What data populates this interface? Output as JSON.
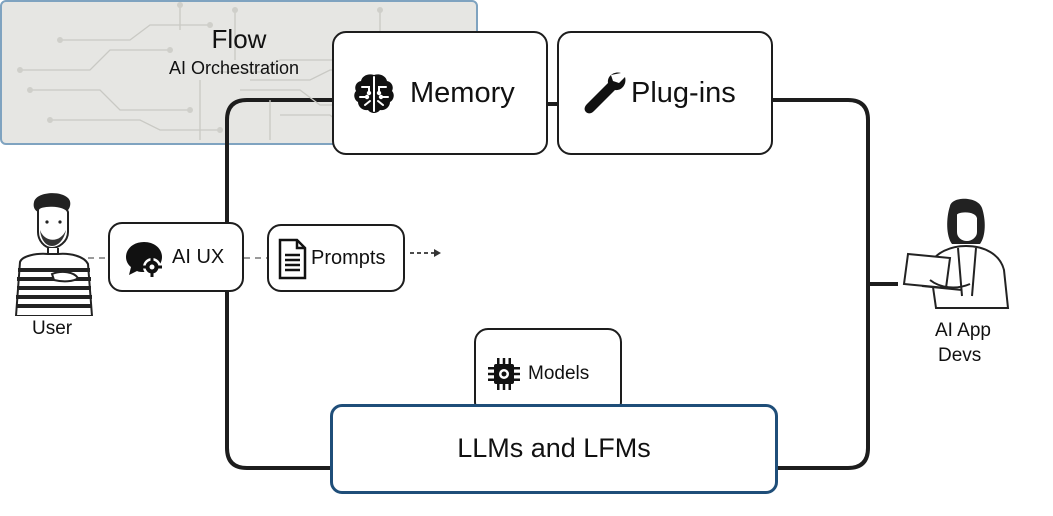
{
  "diagram": {
    "components": {
      "memory": {
        "label": "Memory",
        "icon": "brain-icon"
      },
      "plugins": {
        "label": "Plug-ins",
        "icon": "wrench-icon"
      },
      "flow": {
        "title": "Flow",
        "subtitle": "AI Orchestration"
      },
      "ai_ux": {
        "label": "AI UX",
        "icon": "chat-gear-icon"
      },
      "prompts": {
        "label": "Prompts",
        "icon": "document-icon"
      },
      "models": {
        "label": "Models",
        "icon": "chip-icon"
      },
      "llms": {
        "label": "LLMs and LFMs"
      }
    },
    "actors": {
      "user": {
        "label": "User"
      },
      "devs": {
        "label_line1": "AI App",
        "label_line2": "Devs"
      }
    },
    "colors": {
      "outline": "#1d1d1d",
      "flow_fill": "#e6e6e3",
      "flow_border": "#7fa3c0",
      "llm_border": "#1f4e79",
      "connector_dash": "#9a9a9a"
    }
  }
}
